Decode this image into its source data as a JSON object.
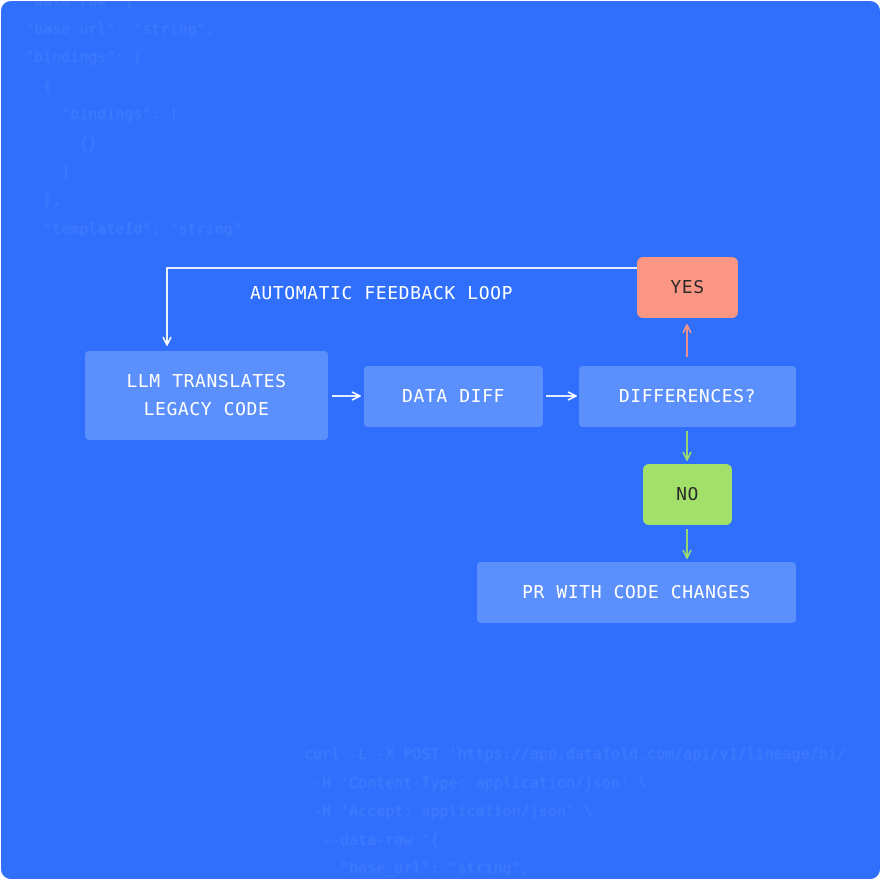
{
  "background_color": "#2f6ffc",
  "colors": {
    "node_blue": "#5b8ffb",
    "yes_red": "#fb9584",
    "no_green": "#a2e06a",
    "arrow_white": "#ffffff",
    "arrow_red": "#fb9584",
    "arrow_green": "#a2e06a"
  },
  "background_code": {
    "top": [
      "  --data-raw '{",
      "   \"base_url\": \"string\",",
      "   \"bindings\": [",
      "     {",
      "       \"bindings\": [",
      "         {}",
      "       ]",
      "     },",
      "     \"templateId\": \"string\""
    ],
    "bottom": [
      "curl -L -X POST 'https://app.datafold.com/api/v1/lineage/bi/",
      " -H 'Content-Type: application/json' \\",
      " -H 'Accept: application/json' \\",
      "  --data-raw '{",
      "    \"base_url\": \"string\","
    ]
  },
  "diagram": {
    "loop_label": "AUTOMATIC FEEDBACK LOOP",
    "nodes": {
      "translate": "LLM TRANSLATES\nLEGACY CODE",
      "diff": "DATA DIFF",
      "differences": "DIFFERENCES?",
      "yes": "YES",
      "no": "NO",
      "pr": "PR WITH CODE CHANGES"
    }
  }
}
